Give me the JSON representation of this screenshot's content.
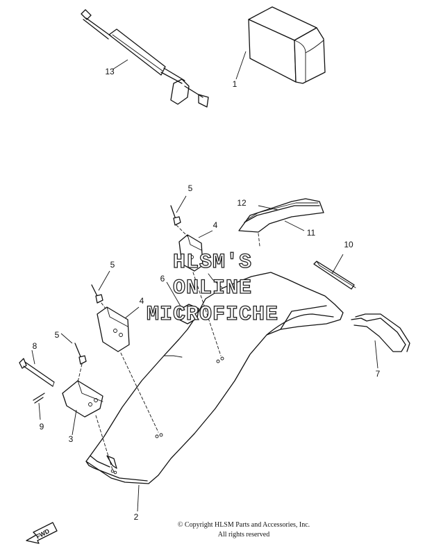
{
  "watermark": {
    "line1": "HLSM'S",
    "line2": "ONLINE",
    "line3": "MICROFICHE"
  },
  "callouts": [
    "1",
    "2",
    "3",
    "4",
    "4",
    "5",
    "5",
    "5",
    "6",
    "7",
    "8",
    "9",
    "10",
    "11",
    "12",
    "13"
  ],
  "fwd_label": "FWD",
  "copyright": {
    "line1": "© Copyright HLSM Parts and Accessories, Inc.",
    "line2": "All rights reserved"
  }
}
